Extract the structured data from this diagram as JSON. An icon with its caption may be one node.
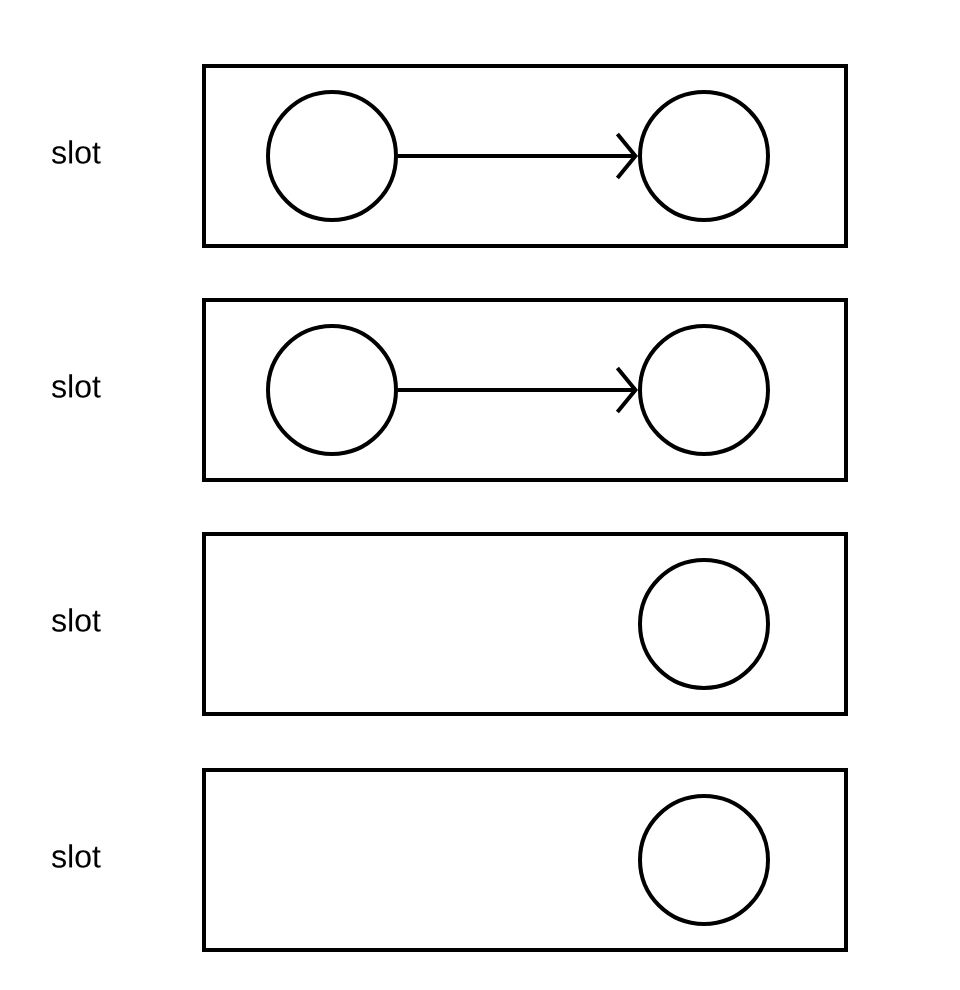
{
  "diagram": {
    "nodes": [
      {
        "text": [],
        "shape": "box",
        "beside": [
          "slot"
        ]
      },
      {
        "text": [],
        "shape": "circle",
        "in": 0
      },
      {
        "text": [],
        "shape": "circle",
        "in": 0
      },
      {
        "text": [],
        "shape": "box",
        "beside": [
          "slot"
        ]
      },
      {
        "text": [],
        "shape": "circle",
        "in": 3
      },
      {
        "text": [],
        "shape": "circle",
        "in": 3
      },
      {
        "text": [],
        "shape": "box",
        "beside": [
          "slot"
        ]
      },
      {
        "text": [],
        "shape": "circle",
        "in": 6
      },
      {
        "text": [],
        "shape": "box",
        "beside": [
          "slot"
        ]
      },
      {
        "text": [],
        "shape": "circle",
        "in": 8
      }
    ],
    "edges": [
      {
        "from": 1,
        "to": 2,
        "arrow": "to"
      },
      {
        "from": 4,
        "to": 5,
        "arrow": "to"
      }
    ]
  }
}
